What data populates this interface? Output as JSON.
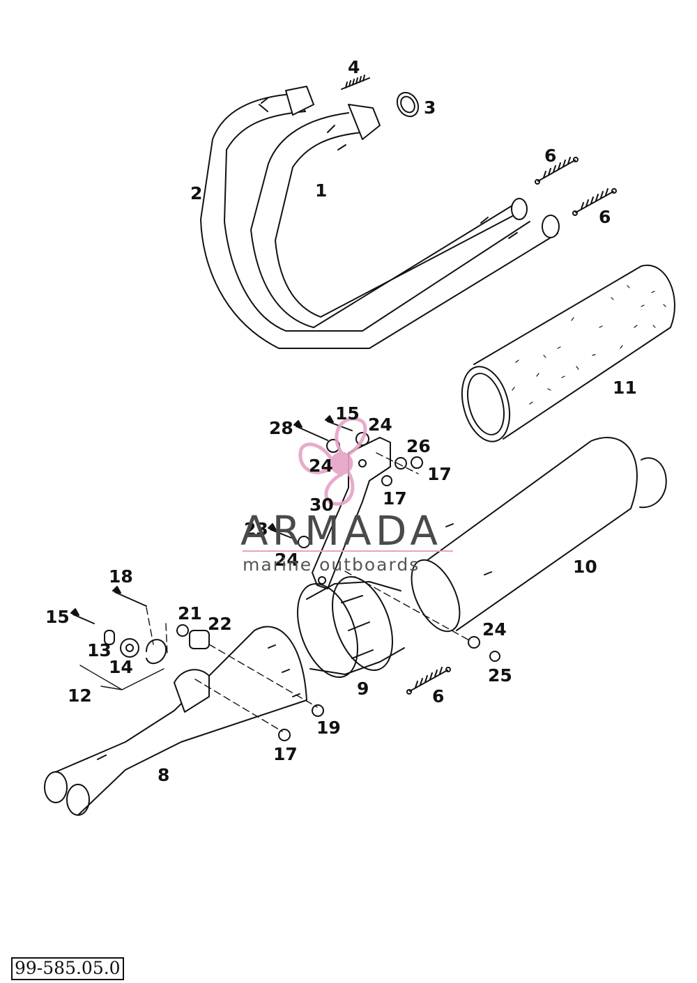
{
  "labels": {
    "p1": "1",
    "p2": "2",
    "p3": "3",
    "p4": "4",
    "p6a": "6",
    "p6b": "6",
    "p6c": "6",
    "p8": "8",
    "p9": "9",
    "p10": "10",
    "p11": "11",
    "p12": "12",
    "p13": "13",
    "p14": "14",
    "p15a": "15",
    "p15b": "15",
    "p17a": "17",
    "p17b": "17",
    "p17c": "17",
    "p18": "18",
    "p19": "19",
    "p21": "21",
    "p22": "22",
    "p23": "23",
    "p24a": "24",
    "p24b": "24",
    "p24c": "24",
    "p24d": "24",
    "p25": "25",
    "p26": "26",
    "p28": "28",
    "p30": "30"
  },
  "watermark": {
    "word": "ARMADA",
    "subtitle": "marine outboards",
    "accent_color": "#e5a3c6"
  },
  "drawing_code": "99-585.05.0"
}
